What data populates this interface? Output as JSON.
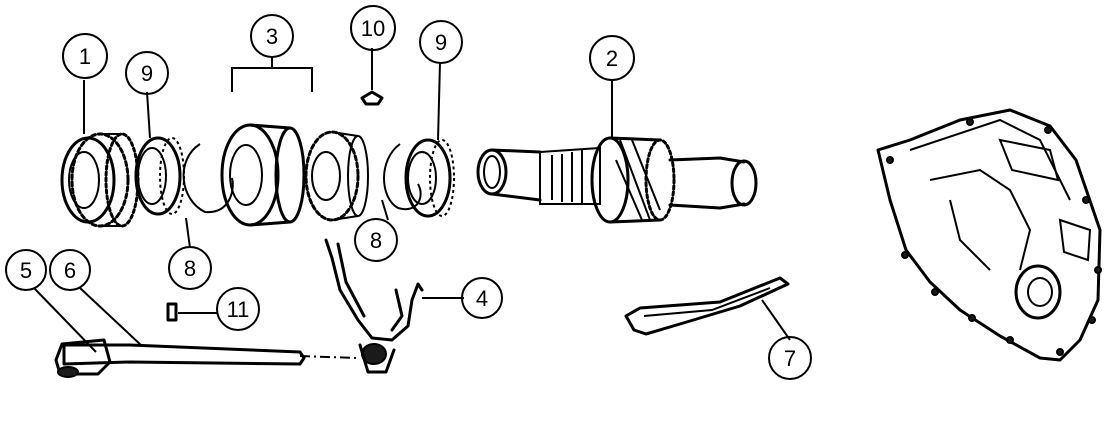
{
  "callouts": [
    {
      "id": "c1",
      "label": "1"
    },
    {
      "id": "c2",
      "label": "2"
    },
    {
      "id": "c3",
      "label": "3"
    },
    {
      "id": "c4",
      "label": "4"
    },
    {
      "id": "c5",
      "label": "5"
    },
    {
      "id": "c6",
      "label": "6"
    },
    {
      "id": "c7",
      "label": "7"
    },
    {
      "id": "c8a",
      "label": "8"
    },
    {
      "id": "c8b",
      "label": "8"
    },
    {
      "id": "c9a",
      "label": "9"
    },
    {
      "id": "c9b",
      "label": "9"
    },
    {
      "id": "c10",
      "label": "10"
    },
    {
      "id": "c11",
      "label": "11"
    }
  ]
}
